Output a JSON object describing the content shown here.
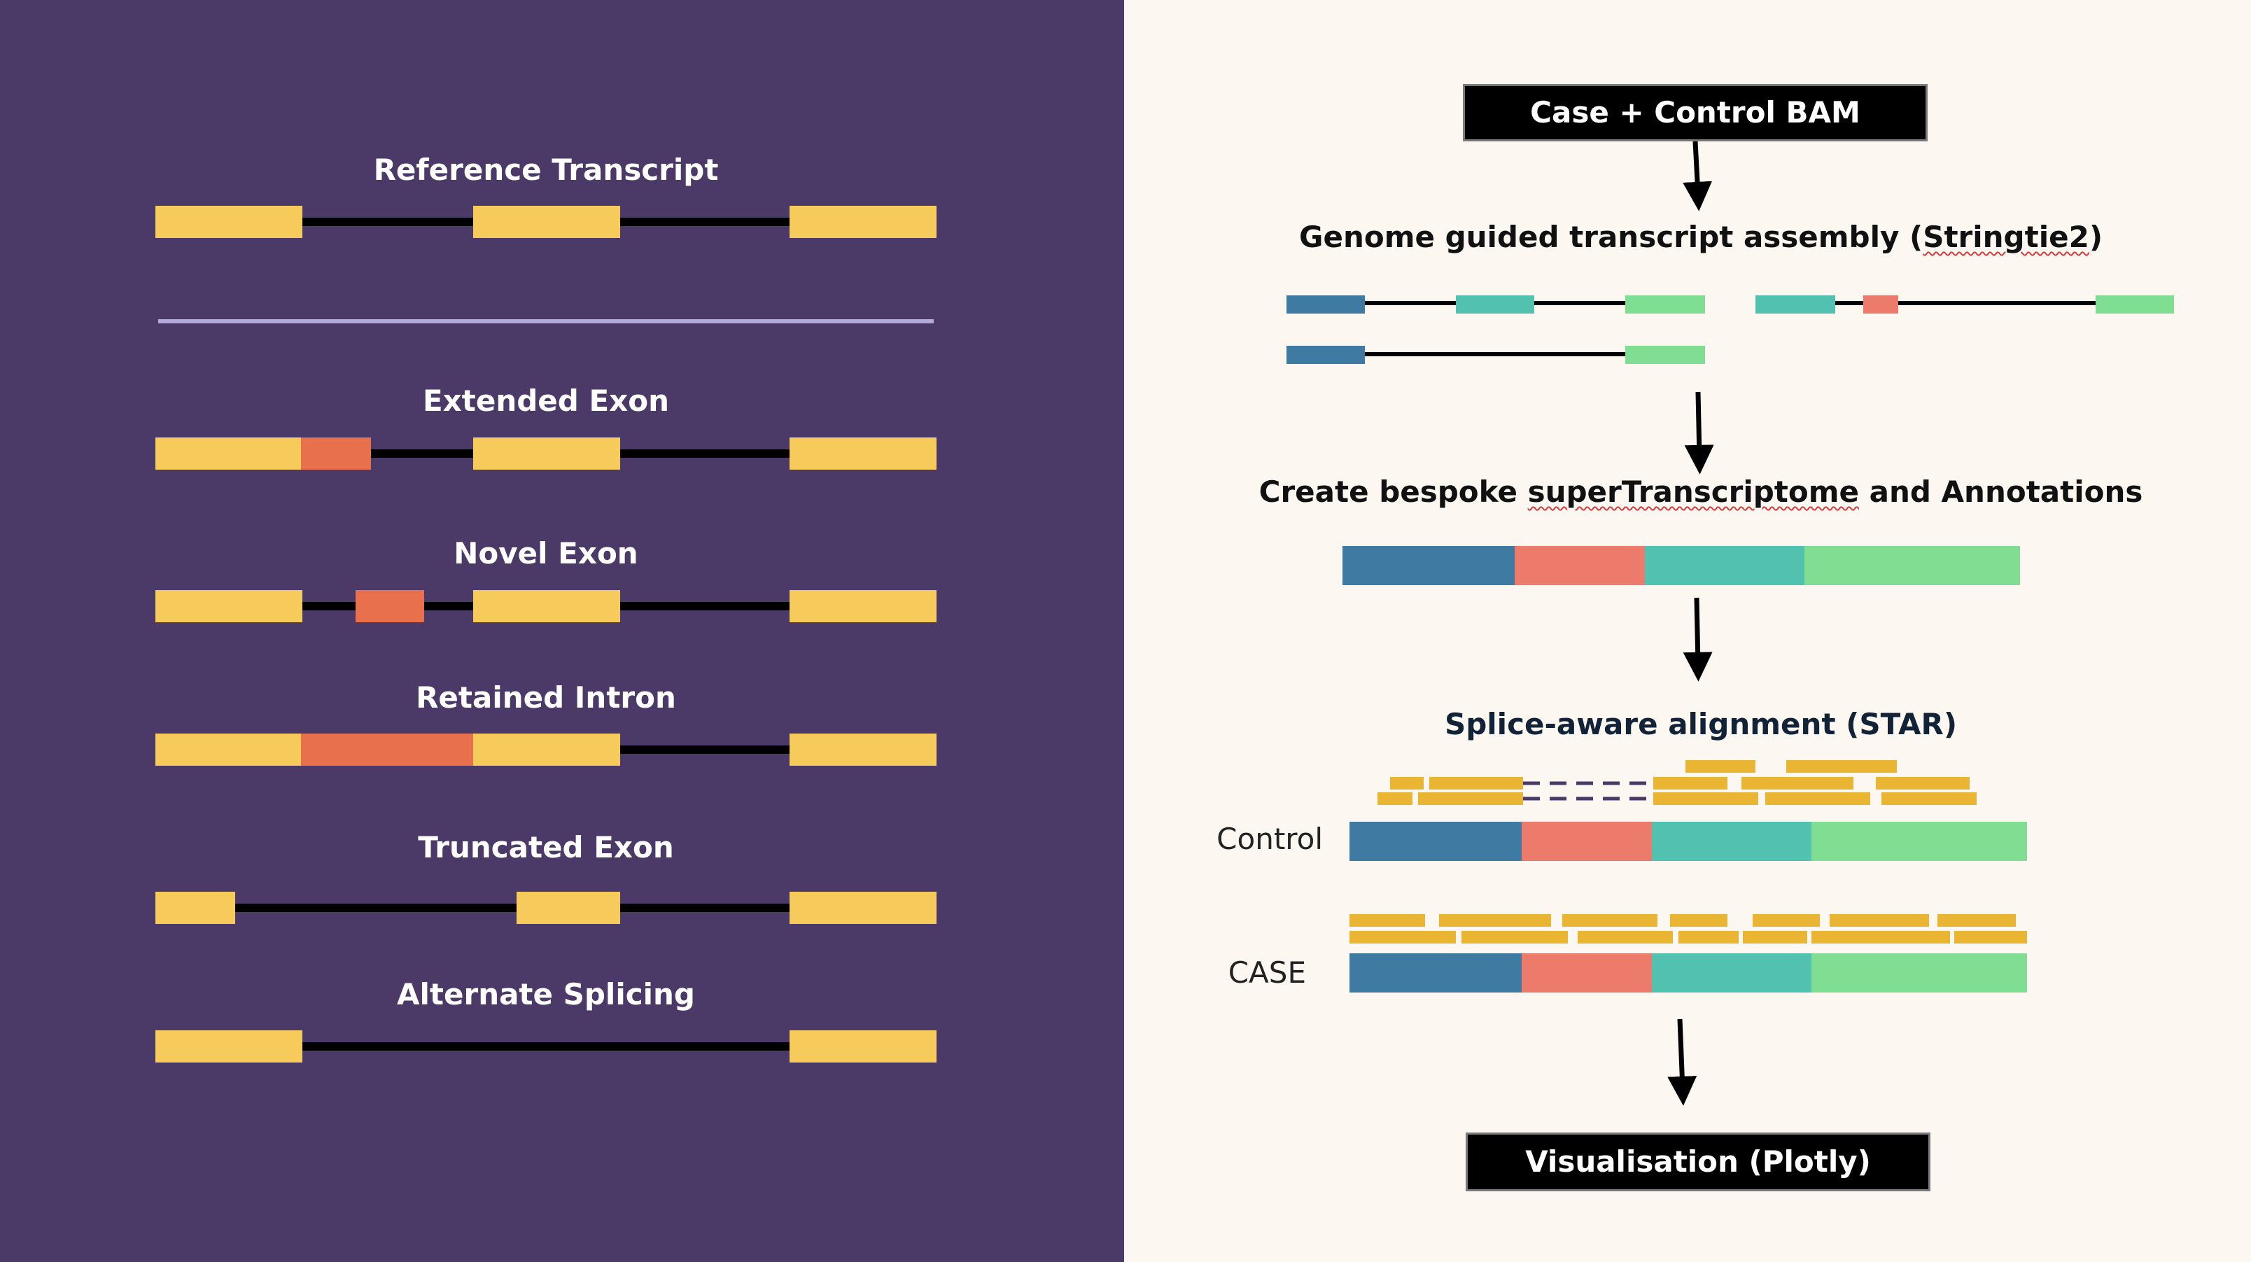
{
  "left": {
    "sections": [
      {
        "title": "Reference Transcript"
      },
      {
        "title": "Extended Exon"
      },
      {
        "title": "Novel Exon"
      },
      {
        "title": "Retained Intron"
      },
      {
        "title": "Truncated Exon"
      },
      {
        "title": "Alternate Splicing"
      }
    ]
  },
  "right": {
    "input_box": "Case + Control BAM",
    "step1_title": {
      "prefix": "Genome guided transcript assembly (",
      "squiggle": "Stringtie2",
      "suffix": ")"
    },
    "step2_title": {
      "prefix": "Create bespoke ",
      "squiggle": "superTranscriptome",
      "suffix": " and Annotations"
    },
    "step3_title": "Splice-aware alignment (STAR)",
    "control_label": "Control",
    "case_label": "CASE",
    "output_box": "Visualisation (Plotly)"
  },
  "colors": {
    "left_background": "#4b3a68",
    "right_background": "#fcf8f1",
    "exon": "#f6ca5b",
    "novel_region": "#e8704c",
    "divider": "#b2a8d9",
    "segment_blue": "#3e7aa1",
    "segment_salmon": "#ec7b6c",
    "segment_teal": "#52c1b0",
    "segment_green": "#7fde92",
    "read": "#ebb534",
    "dashed_junction": "#4b3a68"
  }
}
